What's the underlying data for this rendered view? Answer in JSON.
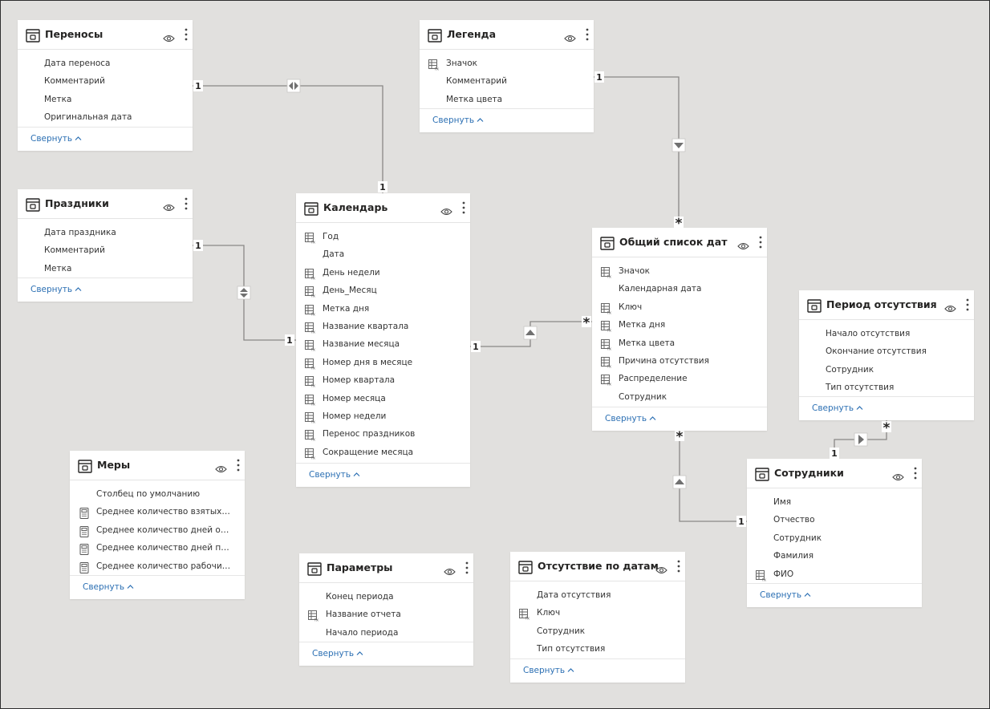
{
  "tables": [
    {
      "id": "perenosy",
      "title": "Переносы",
      "fields": [
        {
          "label": "Дата переноса",
          "calc": false
        },
        {
          "label": "Комментарий",
          "calc": false
        },
        {
          "label": "Метка",
          "calc": false
        },
        {
          "label": "Оригинальная дата",
          "calc": false
        }
      ],
      "collapse": "Свернуть"
    },
    {
      "id": "prazdniki",
      "title": "Праздники",
      "fields": [
        {
          "label": "Дата праздника",
          "calc": false
        },
        {
          "label": "Комментарий",
          "calc": false
        },
        {
          "label": "Метка",
          "calc": false
        }
      ],
      "collapse": "Свернуть"
    },
    {
      "id": "legenda",
      "title": "Легенда",
      "fields": [
        {
          "label": "Значок",
          "calc": true
        },
        {
          "label": "Комментарий",
          "calc": false
        },
        {
          "label": "Метка цвета",
          "calc": false
        }
      ],
      "collapse": "Свернуть"
    },
    {
      "id": "kalendar",
      "title": "Календарь",
      "fields": [
        {
          "label": "Год",
          "calc": true
        },
        {
          "label": "Дата",
          "calc": false
        },
        {
          "label": "День недели",
          "calc": true
        },
        {
          "label": "День_Месяц",
          "calc": true
        },
        {
          "label": "Метка дня",
          "calc": true
        },
        {
          "label": "Название квартала",
          "calc": true
        },
        {
          "label": "Название месяца",
          "calc": true
        },
        {
          "label": "Номер дня в месяце",
          "calc": true
        },
        {
          "label": "Номер квартала",
          "calc": true
        },
        {
          "label": "Номер месяца",
          "calc": true
        },
        {
          "label": "Номер недели",
          "calc": true
        },
        {
          "label": "Перенос праздников",
          "calc": true
        },
        {
          "label": "Сокращение месяца",
          "calc": true
        }
      ],
      "collapse": "Свернуть"
    },
    {
      "id": "obshchiy",
      "title": "Общий список дат",
      "fields": [
        {
          "label": "Значок",
          "calc": true
        },
        {
          "label": "Календарная дата",
          "calc": false
        },
        {
          "label": "Ключ",
          "calc": true
        },
        {
          "label": "Метка дня",
          "calc": true
        },
        {
          "label": "Метка цвета",
          "calc": true
        },
        {
          "label": "Причина отсутствия",
          "calc": true
        },
        {
          "label": "Распределение",
          "calc": true
        },
        {
          "label": "Сотрудник",
          "calc": false
        }
      ],
      "collapse": "Свернуть"
    },
    {
      "id": "period",
      "title": "Период отсутствия",
      "fields": [
        {
          "label": "Начало отсутствия",
          "calc": false
        },
        {
          "label": "Окончание отсутствия",
          "calc": false
        },
        {
          "label": "Сотрудник",
          "calc": false
        },
        {
          "label": "Тип отсутствия",
          "calc": false
        }
      ],
      "collapse": "Свернуть"
    },
    {
      "id": "sotrudniki",
      "title": "Сотрудники",
      "fields": [
        {
          "label": "Имя",
          "calc": false
        },
        {
          "label": "Отчество",
          "calc": false
        },
        {
          "label": "Сотрудник",
          "calc": false
        },
        {
          "label": "Фамилия",
          "calc": false
        },
        {
          "label": "ФИО",
          "calc": true
        }
      ],
      "collapse": "Свернуть"
    },
    {
      "id": "mery",
      "title": "Меры",
      "fields": [
        {
          "label": "Столбец по умолчанию",
          "calc": false,
          "measure": false
        },
        {
          "label": "Среднее количество взятых отгулов",
          "calc": false,
          "measure": true
        },
        {
          "label": "Среднее количество дней отпуска",
          "calc": false,
          "measure": true
        },
        {
          "label": "Среднее количество дней по болезни",
          "calc": false,
          "measure": true
        },
        {
          "label": "Среднее количество рабочих дней",
          "calc": false,
          "measure": true
        }
      ],
      "collapse": "Свернуть"
    },
    {
      "id": "parametry",
      "title": "Параметры",
      "fields": [
        {
          "label": "Конец периода",
          "calc": false
        },
        {
          "label": "Название отчета",
          "calc": true
        },
        {
          "label": "Начало периода",
          "calc": false
        }
      ],
      "collapse": "Свернуть"
    },
    {
      "id": "otsutstvie",
      "title": "Отсутствие по датам",
      "fields": [
        {
          "label": "Дата отсутствия",
          "calc": false
        },
        {
          "label": "Ключ",
          "calc": true
        },
        {
          "label": "Сотрудник",
          "calc": false
        },
        {
          "label": "Тип отсутствия",
          "calc": false
        }
      ],
      "collapse": "Свернуть"
    }
  ],
  "relationships": [
    {
      "name": "perenosy-kalendar",
      "from": "Переносы",
      "to": "Календарь",
      "from_card": "1",
      "to_card": "1",
      "direction": "both"
    },
    {
      "name": "prazdniki-kalendar",
      "from": "Праздники",
      "to": "Календарь",
      "from_card": "1",
      "to_card": "1",
      "direction": "both"
    },
    {
      "name": "legenda-obshchiy",
      "from": "Легенда",
      "to": "Общий список дат",
      "from_card": "1",
      "to_card": "*",
      "direction": "single"
    },
    {
      "name": "kalendar-obshchiy",
      "from": "Календарь",
      "to": "Общий список дат",
      "from_card": "1",
      "to_card": "*",
      "direction": "single"
    },
    {
      "name": "sotrudniki-obshchiy",
      "from": "Сотрудники",
      "to": "Общий список дат",
      "from_card": "1",
      "to_card": "*",
      "direction": "single"
    },
    {
      "name": "sotrudniki-period",
      "from": "Сотрудники",
      "to": "Период отсутствия",
      "from_card": "1",
      "to_card": "*",
      "direction": "single"
    }
  ],
  "colors": {
    "canvas": "#e1e0de",
    "card": "#ffffff",
    "link": "#2b6fb3",
    "title": "#252423",
    "line": "#8a8886"
  }
}
